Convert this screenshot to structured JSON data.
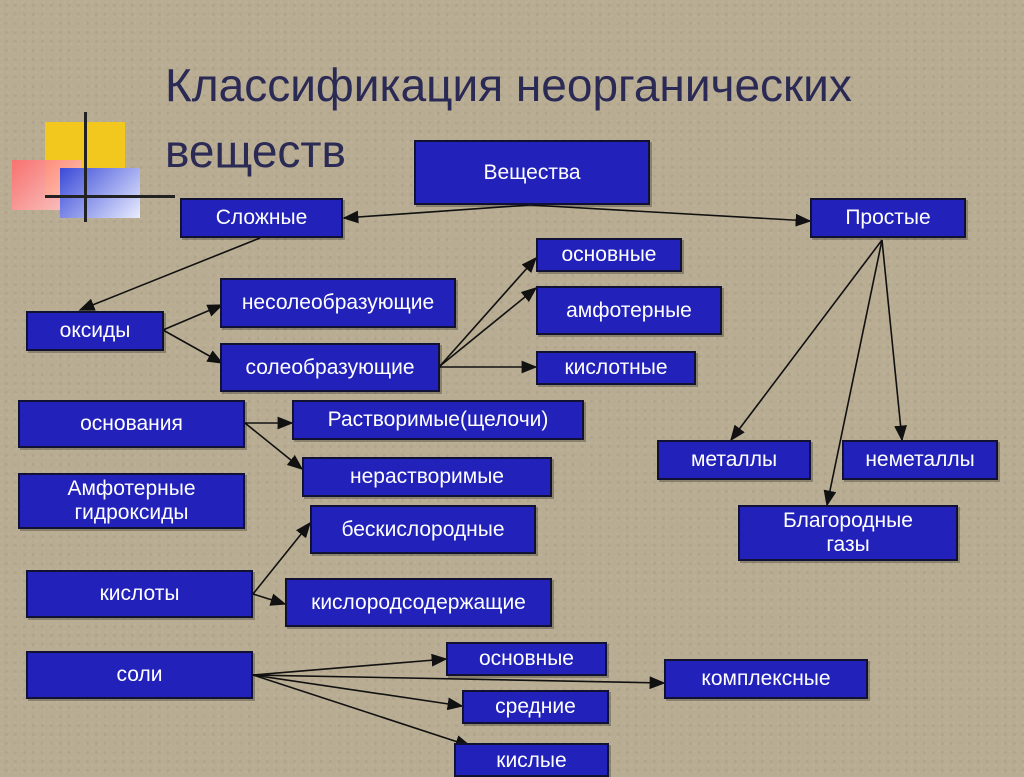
{
  "title": "Классификация неорганических веществ",
  "colors": {
    "box_fill": "#2222bb",
    "box_text": "#ffffff",
    "title_text": "#2a2a55",
    "background": "#b8ac92",
    "arrow": "#111111"
  },
  "nodes": {
    "root": "Вещества",
    "complex": "Сложные",
    "simple": "Простые",
    "oxides": "оксиды",
    "non_salt_forming": "несолеобразующие",
    "salt_forming": "солеобразующие",
    "oxide_basic": "основные",
    "oxide_amphoteric": "амфотерные",
    "oxide_acidic": "кислотные",
    "bases": "основания",
    "soluble": "Растворимые(щелочи)",
    "insoluble": "нерастворимые",
    "amph_hydroxides": "Амфотерные гидроксиды",
    "acids": "кислоты",
    "oxygen_free": "бескислородные",
    "oxygen_containing": "кислородсодержащие",
    "salts": "соли",
    "salt_basic": "основные",
    "salt_complex": "комплексные",
    "salt_medium": "средние",
    "salt_acidic": "кислые",
    "metals": "металлы",
    "nonmetals": "неметаллы",
    "noble_gases": "Благородные газы"
  }
}
